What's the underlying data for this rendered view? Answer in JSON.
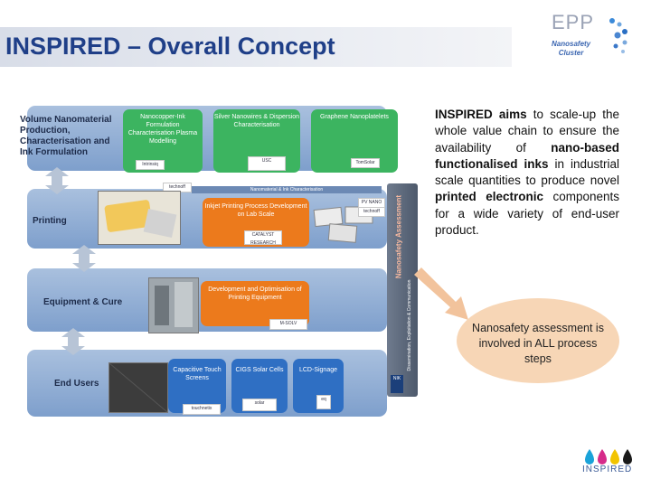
{
  "header": {
    "title": "INSPIRED – Overall Concept",
    "logo_text": "EPP",
    "logo_sub_line1": "Nanosafety",
    "logo_sub_line2": "Cluster"
  },
  "diagram": {
    "rows": [
      {
        "label": "Volume Nanomaterial Production, Characterisation and Ink Formulation"
      },
      {
        "label": "Printing"
      },
      {
        "label": "Equipment & Cure"
      },
      {
        "label": "End Users"
      }
    ],
    "boxes": {
      "nanocopper": "Nanocopper-Ink Formulation Characterisation Plasma Modelling",
      "silver": "Silver Nanowires & Dispersion Characterisation",
      "graphene": "Graphene Nanoplatelets",
      "inkjet": "Inkjet Printing Process Development on Lab Scale",
      "development": "Development and Optimisation of Printing Equipment",
      "capacitive": "Capacitive Touch Screens",
      "cigs": "CIGS Solar Cells",
      "lcd": "LCD-Signage"
    },
    "strip": "Nanomaterial & Ink Characterisation",
    "side_main": "Nanosafety Assessment",
    "side_sub": "Dissemination, Exploitation & Communication",
    "logos": {
      "intrinsiq": "Intrinsiq",
      "technoff": "technoff",
      "usc": "USC",
      "tomstoe": "TomSolar",
      "technoff2": "technoff",
      "pvnano": "PV NANO CELL",
      "catalyst": "CATALYST RESEARCH",
      "msolv": "M-SOLV",
      "touchnetix": "touchnetix",
      "pcb": "solar",
      "lcdlogo": "eq",
      "nik": "NIK"
    }
  },
  "text": {
    "p1_bold": "INSPIRED aims",
    "p1_a": " to scale-up the whole value chain to ensure the availability of ",
    "p1_bold2": "nano-based functionalised inks",
    "p1_b": " in industrial scale quantities to produce novel ",
    "p1_bold3": "printed electronic",
    "p1_c": " components for a wide variety of end-user product."
  },
  "callout": "Nanosafety assessment is involved in ALL process steps",
  "footer": {
    "brand": "INSPIRED",
    "colors": [
      "#1aa3d9",
      "#d62b8a",
      "#f2c400",
      "#1a1a1a"
    ]
  }
}
